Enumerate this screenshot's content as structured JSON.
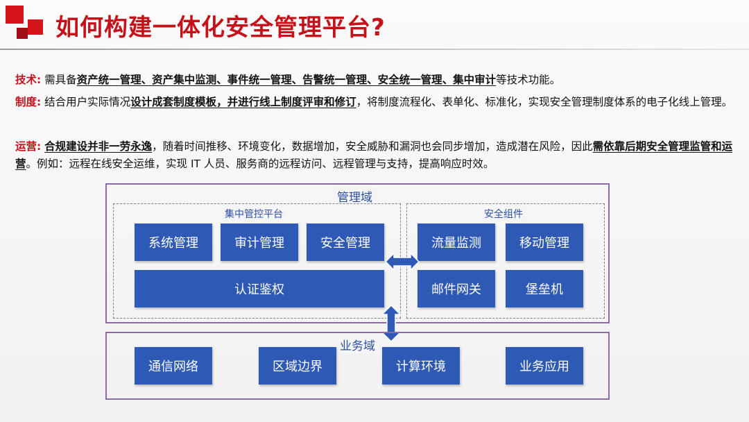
{
  "header": {
    "title": "如何构建一体化安全管理平台?"
  },
  "paragraphs": {
    "tech": {
      "label": "技术:",
      "t1": "需具备",
      "em1": "资产统一管理、资产集中监测、事件统一管理、告警统一管理、安全统一管理、集中审计",
      "t2": "等技术功能。"
    },
    "policy": {
      "label": "制度:",
      "t1": "结合用户实际情况",
      "em1": "设计成套制度模板，并进行线上制度评审和修订",
      "t2": "，将制度流程化、表单化、标准化，实现安全管理制度体系的电子化线上管理。"
    },
    "ops": {
      "label": "运营:",
      "em1": "合规建设并非一劳永逸",
      "t1": "，随着时间推移、环境变化，数据增加，安全威胁和漏洞也会同步增加，造成潜在风险，因此",
      "em2": "需依靠后期安全管理监管和运营",
      "t2": "。例如：远程在线安全运维，实现 IT 人员、服务商的远程访问、远程管理与支持，提高响应时效。"
    }
  },
  "diagram": {
    "management_domain": {
      "label": "管理域",
      "central_platform": {
        "label": "集中管控平台",
        "blocks": [
          "系统管理",
          "审计管理",
          "安全管理"
        ],
        "wide_block": "认证鉴权"
      },
      "security_components": {
        "label": "安全组件",
        "blocks": [
          "流量监测",
          "移动管理",
          "邮件网关",
          "堡垒机"
        ]
      }
    },
    "business_domain": {
      "label": "业务域",
      "blocks": [
        "通信网络",
        "区域边界",
        "计算环境",
        "业务应用"
      ]
    },
    "colors": {
      "accent_red": "#c4121a",
      "block_blue": "#2e59b4",
      "label_blue": "#2a4ea1",
      "domain_border": "#8b6aa6"
    }
  }
}
